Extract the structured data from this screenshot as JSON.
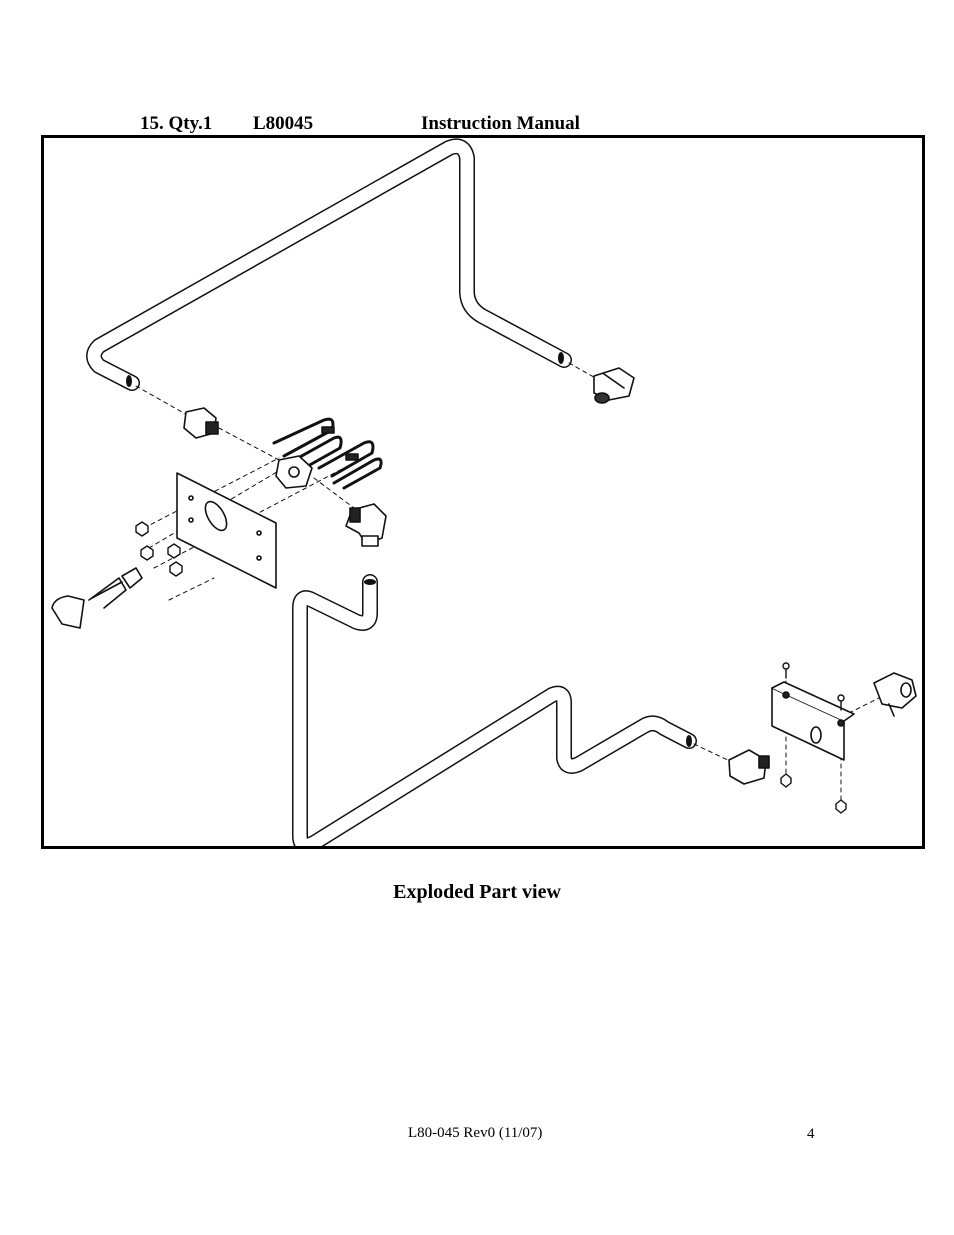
{
  "header": {
    "item": "15. Qty.1",
    "part_number": "L80045",
    "description": "Instruction Manual"
  },
  "figure": {
    "caption": "Exploded Part view"
  },
  "footer": {
    "doc_revision": "L80-045 Rev0 (11/07)",
    "page_number": "4"
  }
}
